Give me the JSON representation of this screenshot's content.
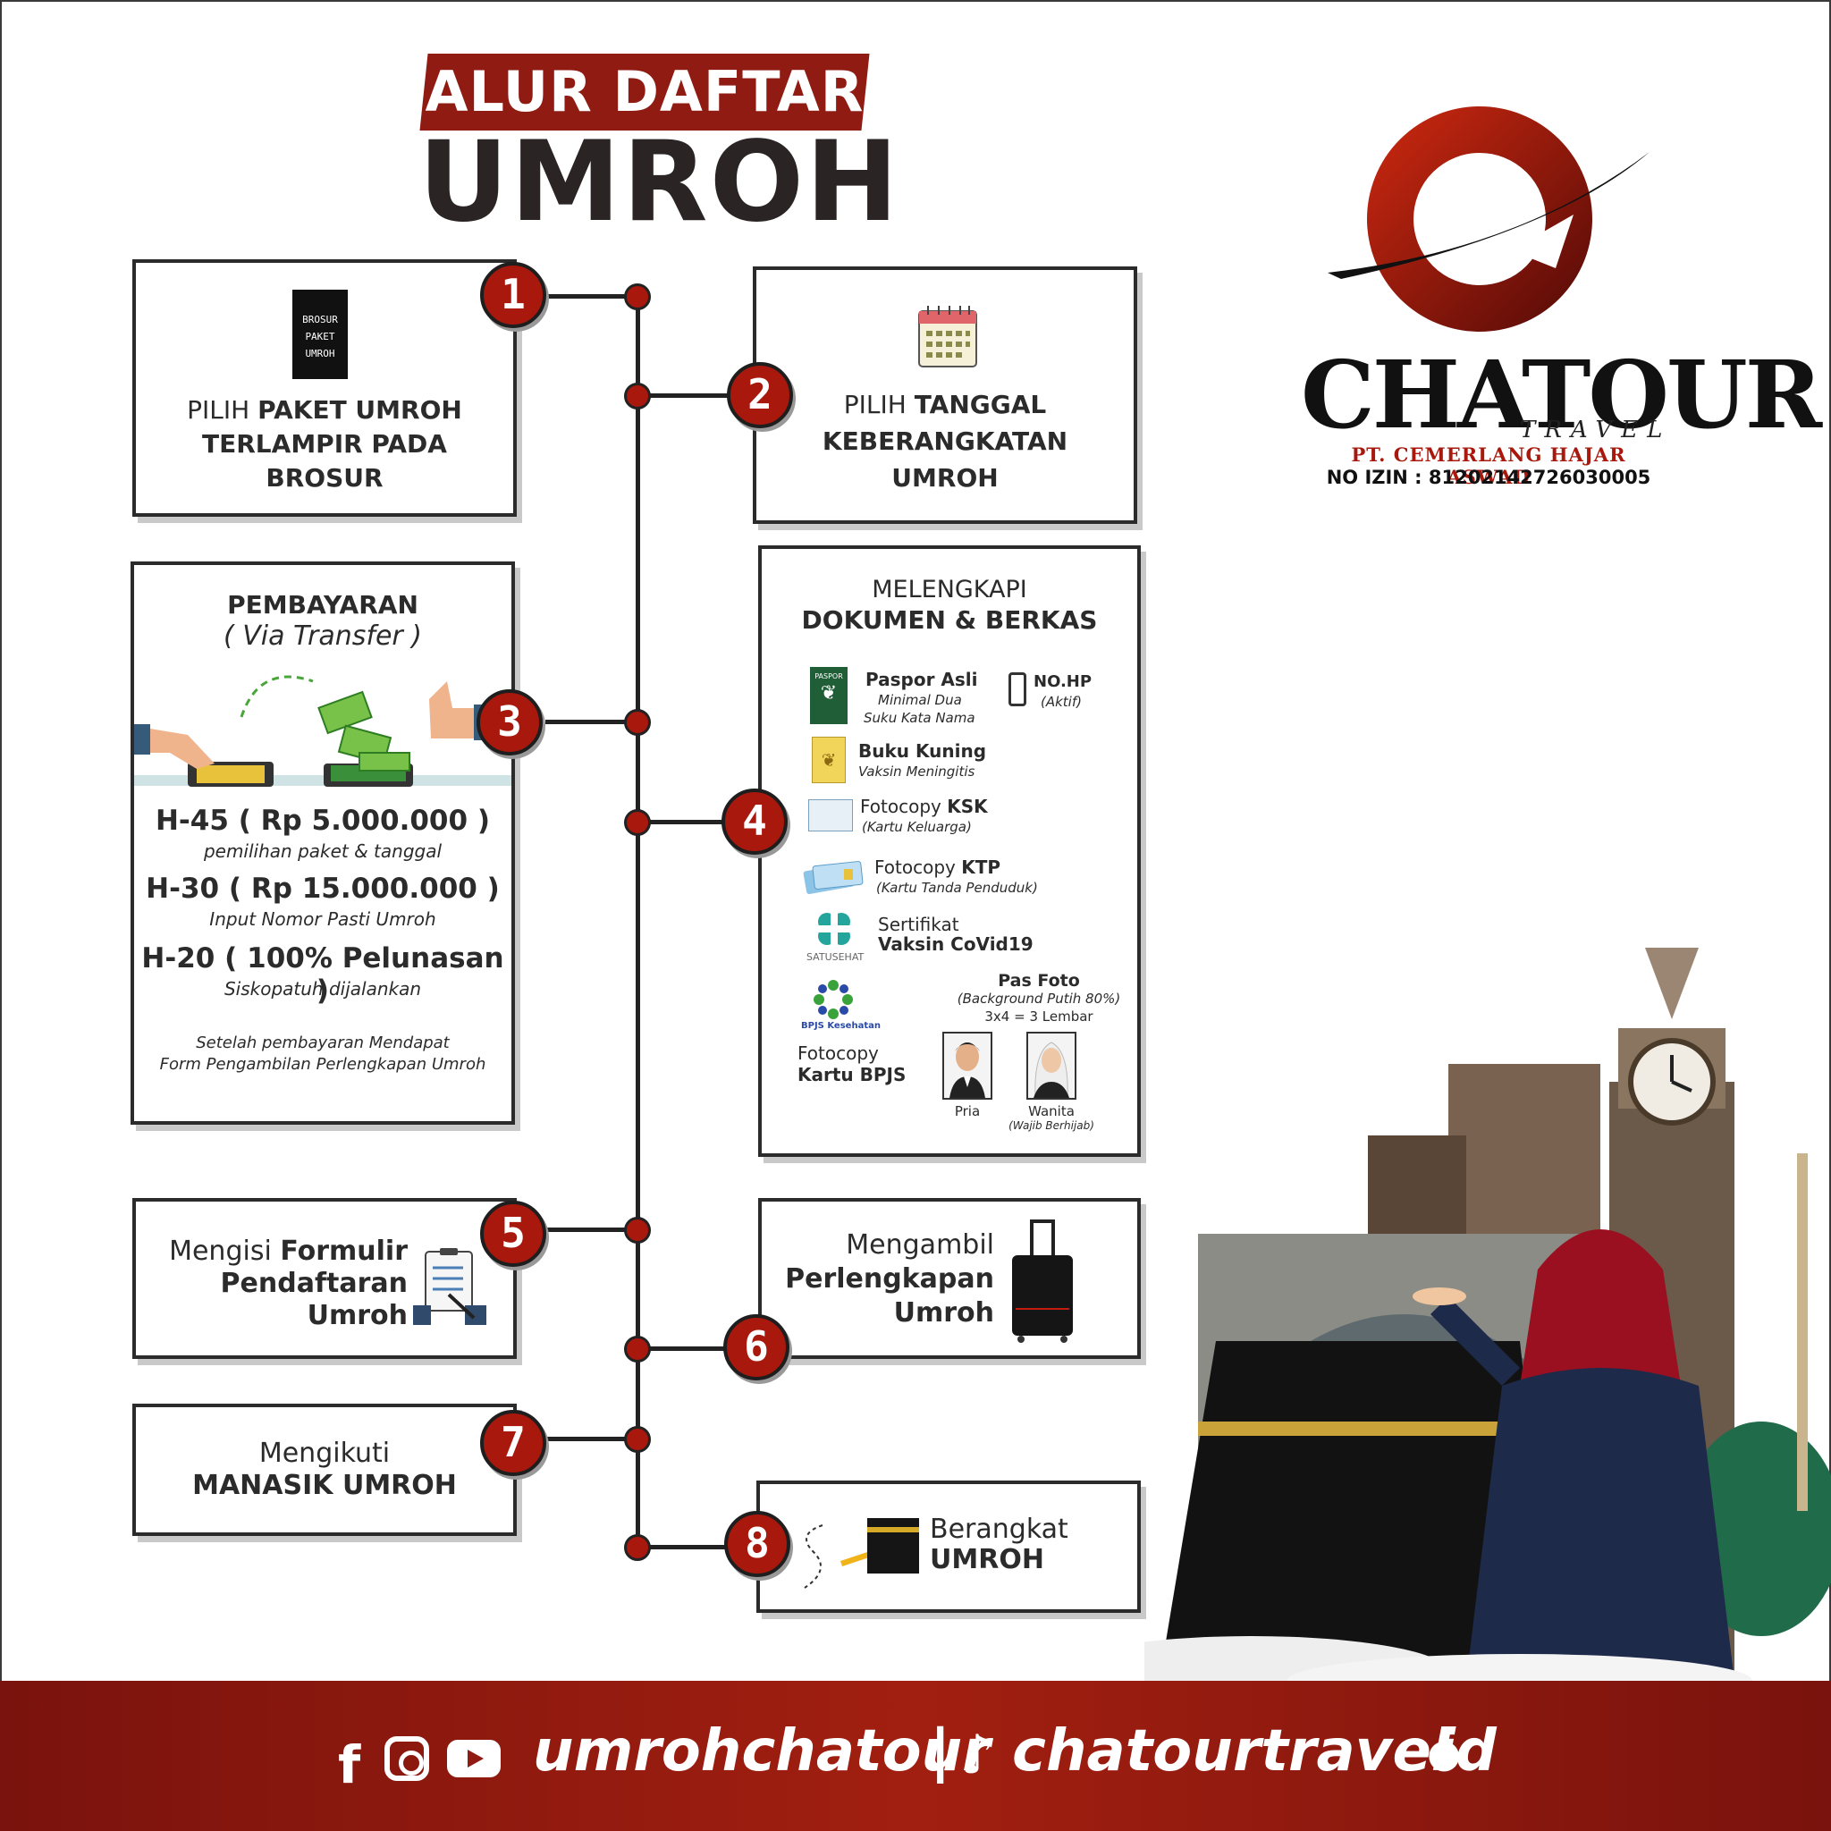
{
  "title": {
    "line1": "ALUR DAFTAR",
    "line2": "UMROH"
  },
  "brand": {
    "name": "CHATOUR",
    "sub": "TRAVEL",
    "company": "PT. CEMERLANG HAJAR ASWAD",
    "license": "NO IZIN : 81202142726030005"
  },
  "steps": {
    "s1": {
      "num": "1",
      "brochure": [
        "BROSUR",
        "PAKET",
        "UMROH"
      ],
      "pre": "PILIH ",
      "bold1": "PAKET UMROH",
      "bold2": "TERLAMPIR PADA",
      "bold3": "BROSUR"
    },
    "s2": {
      "num": "2",
      "pre": "PILIH ",
      "bold1": "TANGGAL",
      "bold2": "KEBERANGKATAN",
      "bold3": "UMROH"
    },
    "s3": {
      "num": "3",
      "heading": "PEMBAYARAN",
      "sub": "( Via Transfer )",
      "h45": "H-45 ( Rp 5.000.000 )",
      "h45_note": "pemilihan paket & tanggal",
      "h30": "H-30 ( Rp 15.000.000 )",
      "h30_note": "Input Nomor Pasti Umroh",
      "h20": "H-20 ( 100% Pelunasan )",
      "h20_note": "Siskopatuh dijalankan",
      "after1": "Setelah pembayaran Mendapat",
      "after2": "Form Pengambilan Perlengkapan Umroh"
    },
    "s4": {
      "num": "4",
      "pre": "MELENGKAPI",
      "heading": "DOKUMEN & BERKAS",
      "paspor_label": "PASPOR",
      "paspor": "Paspor Asli",
      "paspor_n1": "Minimal Dua",
      "paspor_n2": "Suku Kata Nama",
      "hp": "NO.HP",
      "hp_n": "(Aktif)",
      "kuning": "Buku Kuning",
      "kuning_n": "Vaksin Meningitis",
      "ksk_pre": "Fotocopy ",
      "ksk": "KSK",
      "ksk_n": "(Kartu Keluarga)",
      "ktp_pre": "Fotocopy ",
      "ktp": "KTP",
      "ktp_n": "(Kartu Tanda Penduduk)",
      "satusehat": "SATUSEHAT",
      "vaksin1": "Sertifikat",
      "vaksin2": "Vaksin CoVid19",
      "bpjs_logo": "BPJS Kesehatan",
      "bpjs1": "Fotocopy",
      "bpjs2": "Kartu BPJS",
      "foto": "Pas Foto",
      "foto_n1": "(Background Putih 80%)",
      "foto_n2": "3x4 = 3 Lembar",
      "pria": "Pria",
      "wanita": "Wanita",
      "wanita_n": "(Wajib Berhijab)"
    },
    "s5": {
      "num": "5",
      "pre": "Mengisi ",
      "bold1": "Formulir",
      "bold2": "Pendaftaran",
      "bold3": "Umroh"
    },
    "s6": {
      "num": "6",
      "pre": "Mengambil",
      "bold1": "Perlengkapan",
      "bold2": "Umroh"
    },
    "s7": {
      "num": "7",
      "pre": "Mengikuti",
      "bold1": "MANASIK UMROH"
    },
    "s8": {
      "num": "8",
      "pre": "Berangkat",
      "bold1": "UMROH"
    }
  },
  "footer": {
    "handle1": "umrohchatour",
    "sep": "|",
    "handle2": "chatourtravel",
    "dot": "●",
    "tld": "id"
  },
  "colors": {
    "accent": "#a8180c",
    "dark": "#2b2b2b",
    "footer": "#8f1b12"
  }
}
